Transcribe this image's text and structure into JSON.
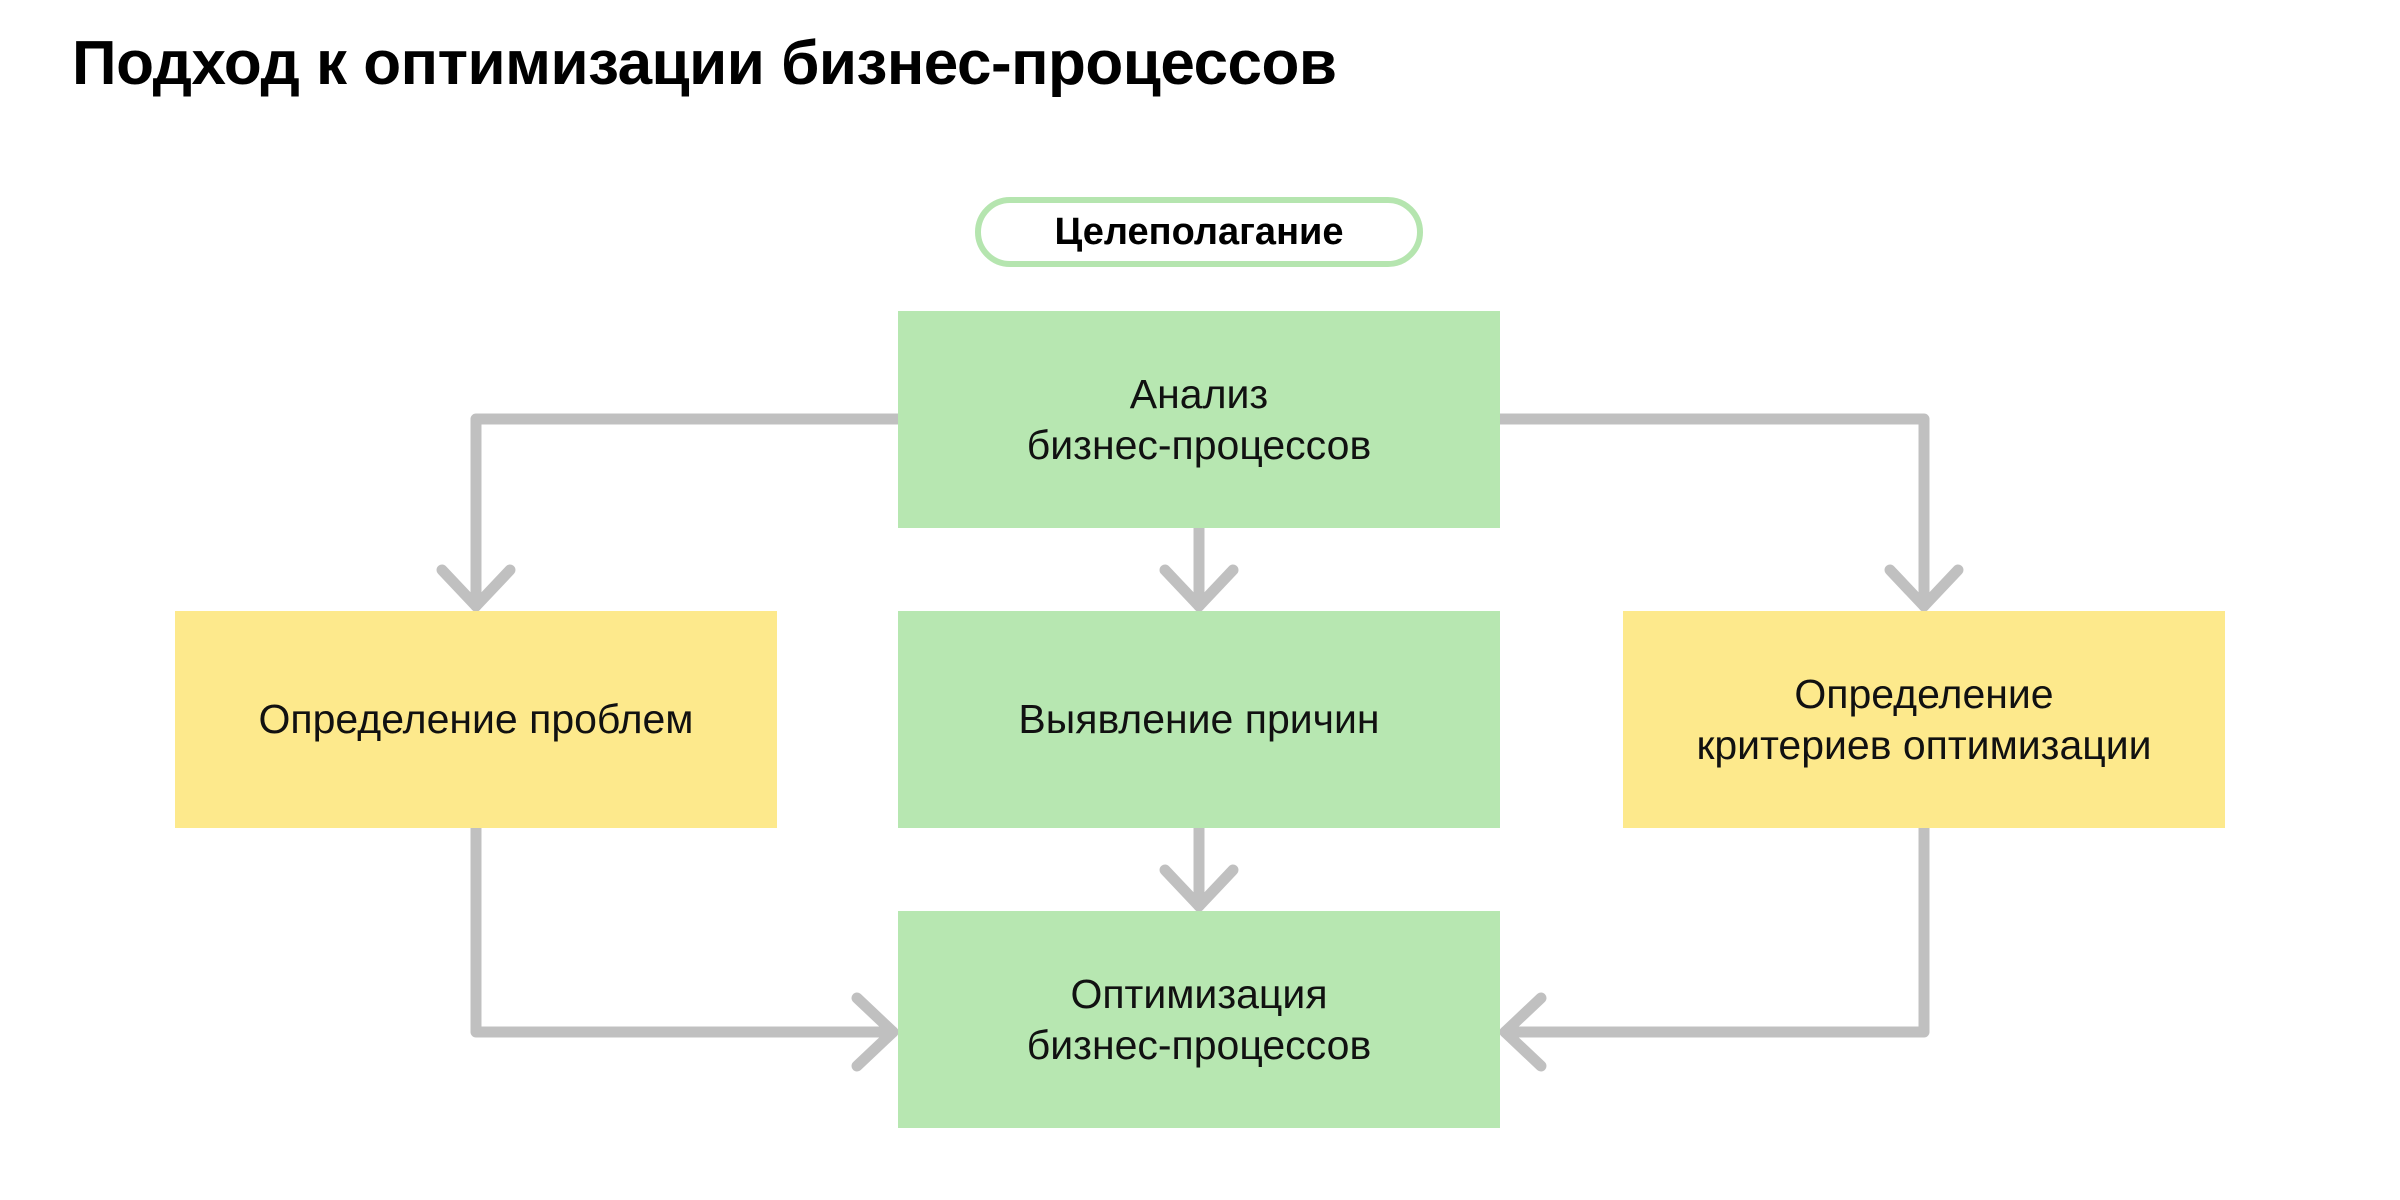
{
  "page": {
    "title": "Подход к оптимизации бизнес-процессов",
    "background_color": "#ffffff"
  },
  "palette": {
    "green_fill": "#b7e7b1",
    "green_border": "#b5e5af",
    "yellow_fill": "#fde98c",
    "connector_gray": "#c0c0c0",
    "text_color": "#111111",
    "title_color": "#000000"
  },
  "badge": {
    "label": "Целеполагание"
  },
  "nodes": {
    "analysis": {
      "label": "Анализ\nбизнес-процессов",
      "line1": "Анализ",
      "line2": "бизнес-процессов",
      "color": "green"
    },
    "problems": {
      "label": "Определение проблем",
      "line1": "Определение проблем",
      "line2": "",
      "color": "yellow"
    },
    "causes": {
      "label": "Выявление причин",
      "line1": "Выявление причин",
      "line2": "",
      "color": "green"
    },
    "criteria": {
      "label": "Определение\nкритериев оптимизации",
      "line1": "Определение",
      "line2": "критериев оптимизации",
      "color": "yellow"
    },
    "optimize": {
      "label": "Оптимизация\nбизнес-процессов",
      "line1": "Оптимизация",
      "line2": "бизнес-процессов",
      "color": "green"
    }
  },
  "edges": [
    {
      "name": "analysis-to-problems",
      "from": "analysis",
      "to": "problems",
      "style": "elbow-left-down",
      "arrow": "down"
    },
    {
      "name": "analysis-to-causes",
      "from": "analysis",
      "to": "causes",
      "style": "straight-down",
      "arrow": "down"
    },
    {
      "name": "analysis-to-criteria",
      "from": "analysis",
      "to": "criteria",
      "style": "elbow-right-down",
      "arrow": "down"
    },
    {
      "name": "causes-to-optimize",
      "from": "causes",
      "to": "optimize",
      "style": "straight-down",
      "arrow": "down"
    },
    {
      "name": "problems-to-optimize",
      "from": "problems",
      "to": "optimize",
      "style": "elbow-down-right",
      "arrow": "right"
    },
    {
      "name": "criteria-to-optimize",
      "from": "criteria",
      "to": "optimize",
      "style": "elbow-down-left",
      "arrow": "left"
    }
  ]
}
